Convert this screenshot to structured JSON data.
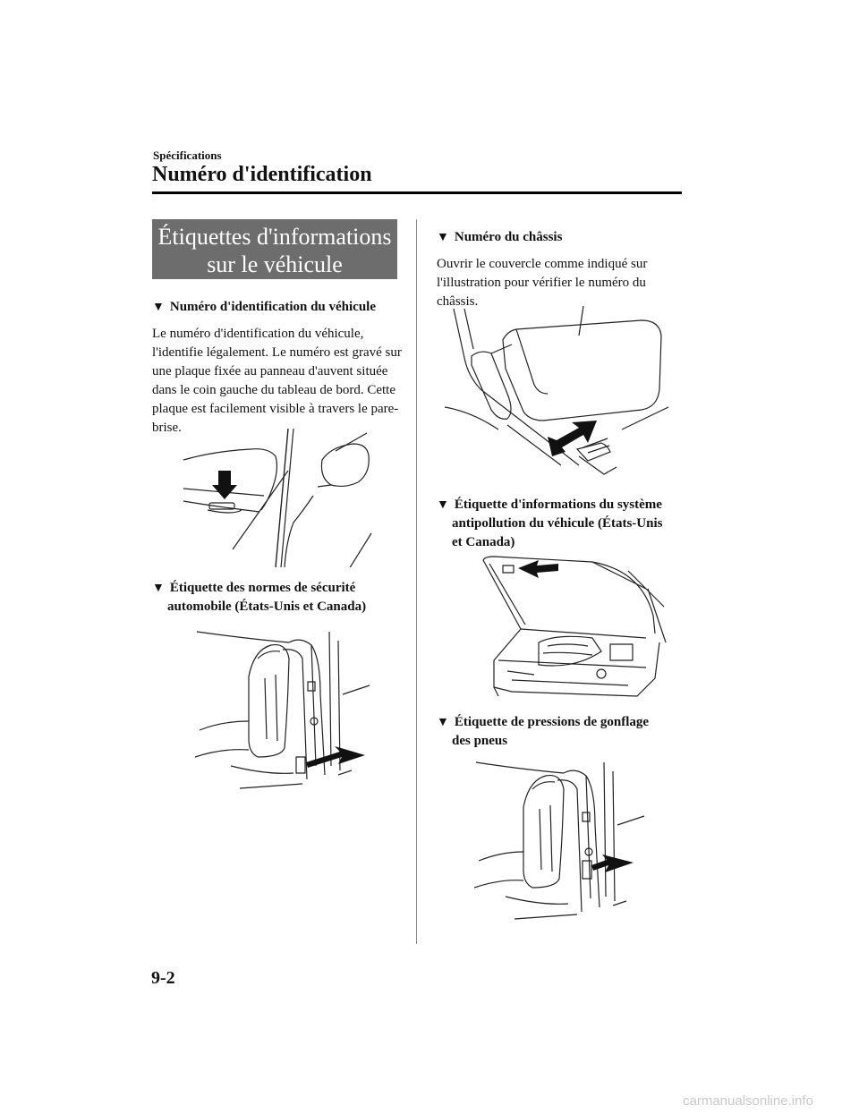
{
  "header": {
    "section": "Spécifications",
    "title": "Numéro d'identification"
  },
  "banner": {
    "line1": "Étiquettes d'informations",
    "line2": "sur le véhicule"
  },
  "left": {
    "vin_heading": "Numéro d'identification du véhicule",
    "vin_text": "Le numéro d'identification du véhicule, l'identifie légalement. Le numéro est gravé sur une plaque fixée au panneau d'auvent située dans le coin gauche du tableau de bord. Cette plaque est facilement visible à travers le pare-brise.",
    "safety_heading_1": "Étiquette des normes de sécurité",
    "safety_heading_2": "automobile (États-Unis et Canada)"
  },
  "right": {
    "chassis_heading": "Numéro du châssis",
    "chassis_text": "Ouvrir le couvercle comme indiqué sur l'illustration pour vérifier le numéro du châssis.",
    "emission_heading_1": "Étiquette d'informations du système",
    "emission_heading_2": "antipollution du véhicule (États-Unis",
    "emission_heading_3": "et Canada)",
    "tire_heading_1": "Étiquette de pressions de gonflage",
    "tire_heading_2": "des pneus"
  },
  "footer": {
    "page_number": "9-2",
    "watermark": "carmanualsonline.info"
  },
  "icons": {
    "bullet": "down-triangle"
  }
}
